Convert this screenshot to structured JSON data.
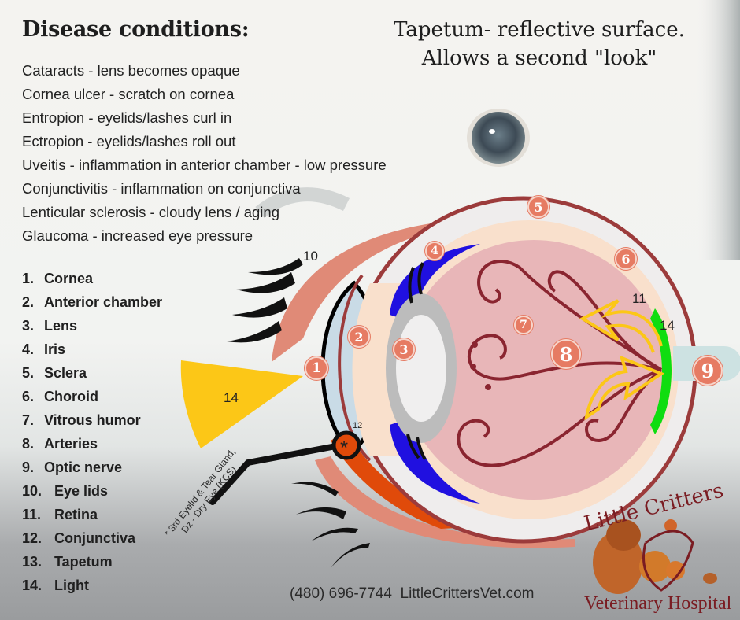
{
  "titles": {
    "disease_heading": "Disease conditions:",
    "tapetum_line1": "Tapetum- reflective surface.",
    "tapetum_line2": "Allows a second \"look\""
  },
  "disease_conditions": [
    "Cataracts - lens becomes opaque",
    "Cornea ulcer - scratch on cornea",
    "Entropion - eyelids/lashes curl in",
    "Ectropion - eyelids/lashes roll out",
    "Uveitis - inflammation in anterior chamber - low pressure",
    "Conjunctivitis - inflammation on conjunctiva",
    "Lenticular sclerosis - cloudy lens / aging",
    "Glaucoma - increased eye pressure"
  ],
  "eye_parts": [
    {
      "num": "1.",
      "label": "Cornea"
    },
    {
      "num": "2.",
      "label": "Anterior chamber"
    },
    {
      "num": "3.",
      "label": "Lens"
    },
    {
      "num": "4.",
      "label": "Iris"
    },
    {
      "num": "5.",
      "label": "Sclera"
    },
    {
      "num": "6.",
      "label": "Choroid"
    },
    {
      "num": "7.",
      "label": "Vitrous humor"
    },
    {
      "num": "8.",
      "label": "Arteries"
    },
    {
      "num": "9.",
      "label": "Optic nerve"
    },
    {
      "num": "10.",
      "label": "Eye lids"
    },
    {
      "num": "11.",
      "label": "Retina"
    },
    {
      "num": "12.",
      "label": "Conjunctiva"
    },
    {
      "num": "13.",
      "label": "Tapetum"
    },
    {
      "num": "14.",
      "label": "Light"
    }
  ],
  "diagram": {
    "badges": [
      "1",
      "2",
      "3",
      "4",
      "5",
      "6",
      "7",
      "8",
      "9"
    ],
    "labels": {
      "eyelid": "10",
      "retina": "11",
      "conjunctiva": "12",
      "tapetum_light": "14",
      "light_beam": "14",
      "third_eyelid_marker": "*"
    },
    "third_eyelid_note_line1": "* 3rd Eyelid & Tear Gland,",
    "third_eyelid_note_line2": "Dz - Dry Eye (KCS)",
    "colors": {
      "sclera": "#efeded",
      "sclera_outline": "#9c3b3b",
      "choroid": "#f9e0cc",
      "vitreous": "#e8b6b8",
      "arteries": "#8a2530",
      "iris": "#2010e0",
      "lens_ring": "#bcbcbc",
      "lens_core": "#f0efef",
      "cornea": "#c9dbe6",
      "eyelid": "#e08a77",
      "third_eyelid": "#e04a0a",
      "tapetum": "#10dd10",
      "optic_nerve": "#cde2e2",
      "light": "#fcc717",
      "badge": "#e67b63"
    }
  },
  "footer": {
    "phone": "(480) 696-7744",
    "website": "LittleCrittersVet.com"
  },
  "logo": {
    "top": "Little Critters",
    "bottom": "Veterinary Hospital"
  }
}
